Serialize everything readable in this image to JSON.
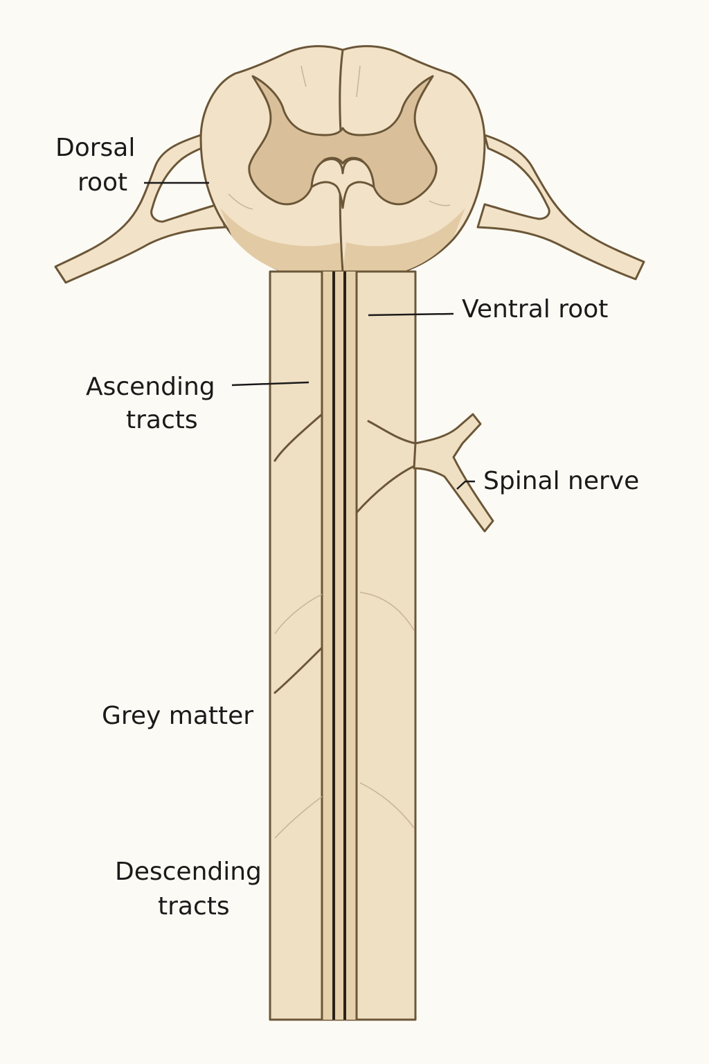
{
  "labels": {
    "dorsal_root_line1": "Dorsal",
    "dorsal_root_line2": "root",
    "ventral_root": "Ventral root",
    "ascending_tracts_line1": "Ascending",
    "ascending_tracts_line2": "tracts",
    "spinal_nerve": "Spinal nerve",
    "grey_matter": "Grey matter",
    "descending_tracts_line1": "Descending",
    "descending_tracts_line2": "tracts"
  },
  "colors": {
    "background": "#fcfaf4",
    "white_matter": "#f1e2c8",
    "column": "#efdfc3",
    "grey_matter": "#d9c09a",
    "shadow": "#e2caa4",
    "outline": "#6b5637",
    "central_lines": "#2a2117"
  }
}
